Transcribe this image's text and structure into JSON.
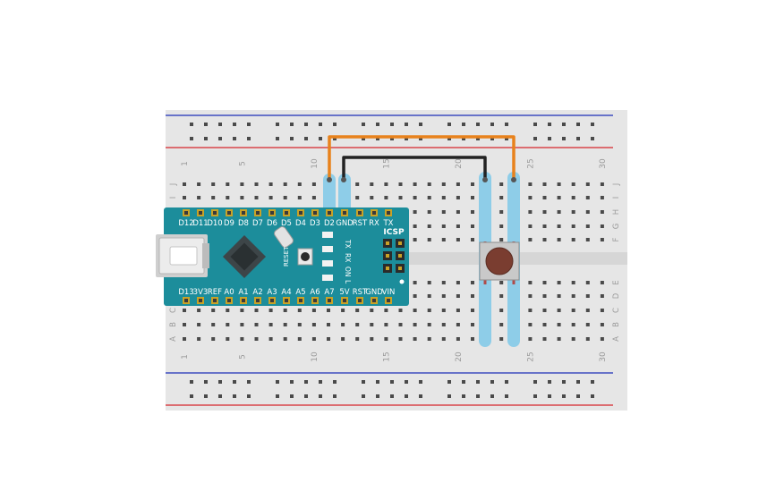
{
  "breadboard": {
    "column_numbers": [
      "1",
      "5",
      "10",
      "15",
      "20",
      "25",
      "30"
    ],
    "row_letters_top": [
      "J",
      "I",
      "H",
      "G",
      "F"
    ],
    "row_letters_bottom": [
      "E",
      "D",
      "C",
      "B",
      "A"
    ],
    "rail_colors": {
      "blue": "#3f4dbf",
      "red": "#d9454a"
    }
  },
  "arduino": {
    "top_pin_labels": [
      "D12",
      "D11",
      "D10",
      "D9",
      "D8",
      "D7",
      "D6",
      "D5",
      "D4",
      "D3",
      "D2",
      "GND",
      "RST",
      "RX",
      "TX"
    ],
    "bottom_pin_labels": [
      "D13",
      "3V3",
      "REF",
      "A0",
      "A1",
      "A2",
      "A3",
      "A4",
      "A5",
      "A6",
      "A7",
      "5V",
      "RST",
      "GND",
      "VIN"
    ],
    "led_labels": [
      "TX",
      "RX",
      "ON",
      "L"
    ],
    "reset_label": "RESET",
    "icsp_label": "ICSP",
    "board_color": "#1c8d9b"
  },
  "wires": [
    {
      "name": "orange-wire",
      "color": "#e8821c"
    },
    {
      "name": "black-wire",
      "color": "#222222"
    }
  ],
  "highlight_color": "#8ecde8",
  "button": {
    "name": "push-button",
    "cap_color": "#7a3d30"
  }
}
